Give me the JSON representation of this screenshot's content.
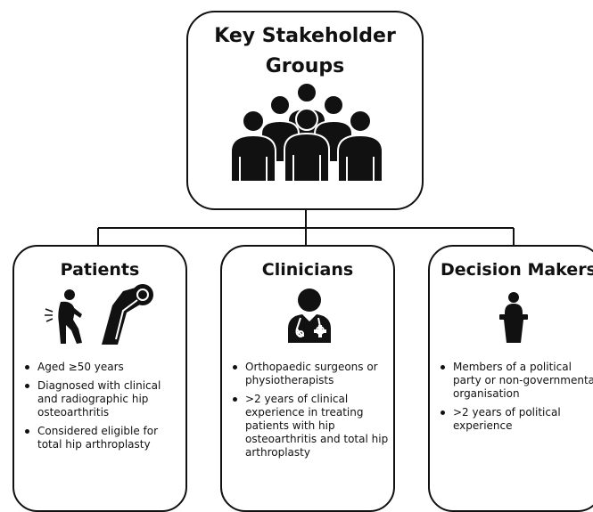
{
  "top": {
    "title": "Key Stakeholder Groups"
  },
  "groups": [
    {
      "title": "Patients",
      "bullets": [
        "Aged ≥50 years",
        "Diagnosed with clinical and radiographic hip osteoarthritis",
        "Considered eligible for total hip arthroplasty"
      ]
    },
    {
      "title": "Clinicians",
      "bullets": [
        "Orthopaedic surgeons or physiotherapists",
        ">2 years of clinical experience in treating patients with hip osteoarthritis and total hip arthroplasty"
      ]
    },
    {
      "title": "Decision Makers",
      "bullets": [
        "Members of a political party or non-governmental organisation",
        ">2 years of political experience"
      ]
    }
  ],
  "icons": {
    "top": "people-group-icon",
    "patients": [
      "person-hip-pain-icon",
      "hip-implant-icon"
    ],
    "clinicians": "doctor-stethoscope-icon",
    "decision_makers": "speaker-podium-icon"
  }
}
